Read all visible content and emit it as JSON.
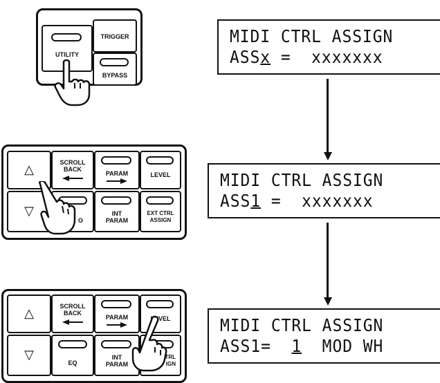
{
  "step1": {
    "keys": {
      "utility": "UTILITY",
      "trigger": "TRIGGER",
      "bypass": "BYPASS"
    },
    "display": {
      "line1": "MIDI CTRL ASSIGN",
      "line2_prefix": "ASS",
      "line2_cursor": "x",
      "line2_rest": " =  xxxxxxx"
    }
  },
  "step2": {
    "keys": {
      "scroll_back_1": "SCROLL",
      "scroll_back_2": "BACK",
      "param": "PARAM",
      "level": "LEVEL",
      "eq": "O",
      "int_param_1": "INT",
      "int_param_2": "PARAM",
      "ext_ctrl_1": "EXT CTRL",
      "ext_ctrl_2": "ASSIGN"
    },
    "display": {
      "line1": "MIDI CTRL ASSIGN",
      "line2_prefix": "ASS",
      "line2_cursor": "1",
      "line2_rest": " =  xxxxxxx"
    }
  },
  "step3": {
    "keys": {
      "scroll_back_1": "SCROLL",
      "scroll_back_2": "BACK",
      "param": "PARAM",
      "level": "LEVEL",
      "eq": "EQ",
      "int_param_1": "INT",
      "int_param_2": "PARAM",
      "ext_ctrl_1": "CTRL",
      "ext_ctrl_2": "IGN"
    },
    "display": {
      "line1": "MIDI CTRL ASSIGN",
      "line2_prefix": "ASS1=  ",
      "line2_cursor": "1",
      "line2_rest": "  MOD WH"
    }
  }
}
